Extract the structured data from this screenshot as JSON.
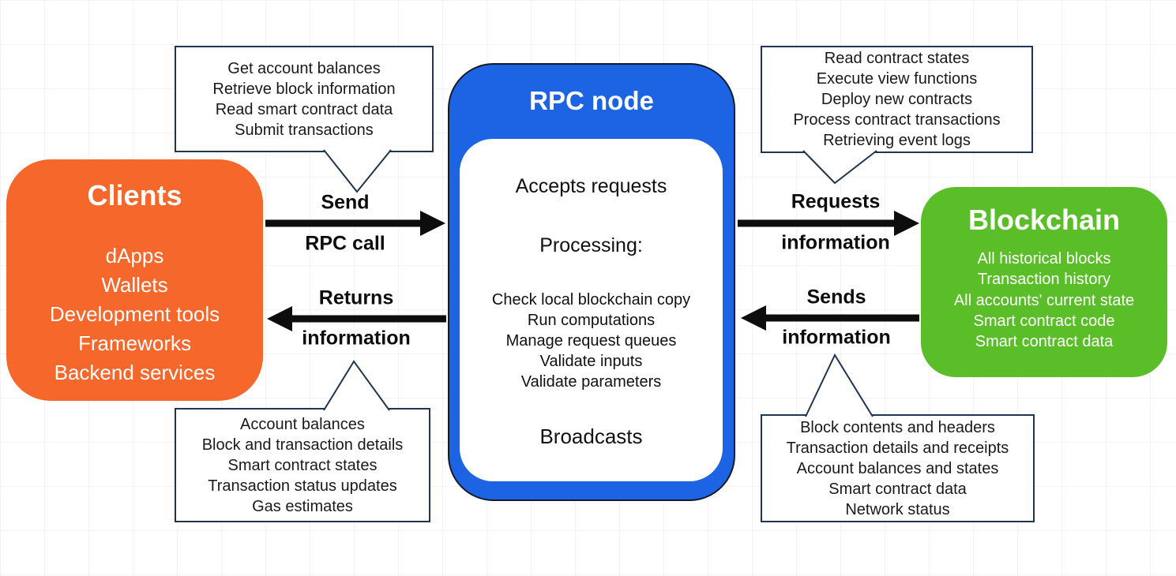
{
  "clients_box": {
    "title": "Clients",
    "items": [
      "dApps",
      "Wallets",
      "Development tools",
      "Frameworks",
      "Backend services"
    ],
    "color": "#f6672c"
  },
  "rpc_node": {
    "title": "RPC node",
    "accepts": "Accepts requests",
    "processing_label": "Processing:",
    "processing_items": [
      "Check local blockchain copy",
      "Run computations",
      "Manage request queues",
      "Validate inputs",
      "Validate parameters"
    ],
    "broadcasts": "Broadcasts",
    "color": "#1c64e3"
  },
  "blockchain_box": {
    "title": "Blockchain",
    "items": [
      "All historical blocks",
      "Transaction history",
      "All accounts' current state",
      "Smart contract code",
      "Smart contract data"
    ],
    "color": "#5abe28"
  },
  "callouts": {
    "top_left": {
      "lines": [
        "Get account balances",
        "Retrieve block information",
        "Read smart contract data",
        "Submit transactions"
      ]
    },
    "top_right": {
      "lines": [
        "Read contract states",
        "Execute view functions",
        "Deploy new contracts",
        "Process contract transactions",
        "Retrieving event logs"
      ]
    },
    "bottom_left": {
      "lines": [
        "Account balances",
        "Block and transaction details",
        "Smart contract states",
        "Transaction status updates",
        "Gas estimates"
      ]
    },
    "bottom_right": {
      "lines": [
        "Block contents and headers",
        "Transaction details and receipts",
        "Account balances and states",
        "Smart contract data",
        "Network status"
      ]
    },
    "border_color": "#1f3550"
  },
  "arrows": {
    "send": {
      "label_top": "Send",
      "label_bottom": "RPC call"
    },
    "returns": {
      "label_top": "Returns",
      "label_bottom": "information"
    },
    "requests": {
      "label_top": "Requests",
      "label_bottom": "information"
    },
    "sends": {
      "label_top": "Sends",
      "label_bottom": "information"
    },
    "color": "#0d0d0d"
  }
}
